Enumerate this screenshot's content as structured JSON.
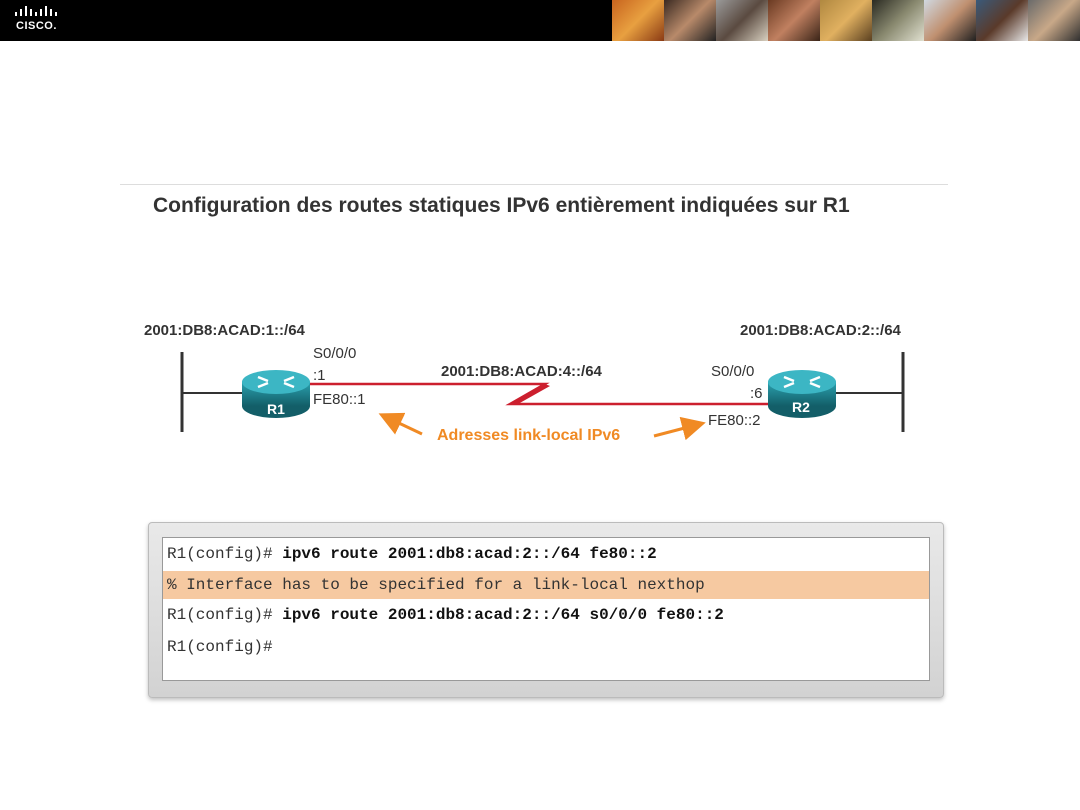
{
  "header": {
    "logo_text": "CISCO.",
    "logo_icon": "cisco-bars-icon"
  },
  "slide": {
    "title": "Configuration des routes statiques IPv6 entièrement indiquées sur R1"
  },
  "diagram": {
    "left_network": "2001:DB8:ACAD:1::/64",
    "right_network": "2001:DB8:ACAD:2::/64",
    "serial_network": "2001:DB8:ACAD:4::/64",
    "r1": {
      "name": "R1",
      "interface": "S0/0/0",
      "host_id": ":1",
      "link_local": "FE80::1"
    },
    "r2": {
      "name": "R2",
      "interface": "S0/0/0",
      "host_id": ":6",
      "link_local": "FE80::2"
    },
    "callout": "Adresses link-local IPv6",
    "colors": {
      "router": "#1f7f8c",
      "serial_link": "#cc1f2e",
      "callout": "#f08a24"
    }
  },
  "terminal": {
    "lines": [
      {
        "prompt": "R1(config)# ",
        "command": "ipv6 route 2001:db8:acad:2::/64 fe80::2"
      },
      {
        "text": "% Interface has to be specified for a link-local nexthop"
      },
      {
        "prompt": "R1(config)# ",
        "command": "ipv6 route 2001:db8:acad:2::/64 s0/0/0 fe80::2"
      },
      {
        "prompt": "R1(config)#",
        "command": ""
      }
    ]
  }
}
